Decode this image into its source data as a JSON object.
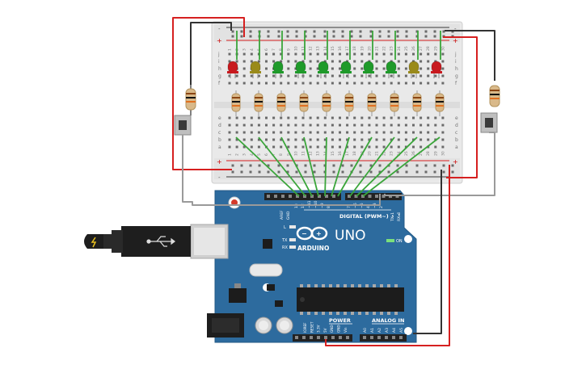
{
  "board": {
    "brand": "ARDUINO",
    "model": "UNO",
    "digital_label": "DIGITAL (PWM~)",
    "power_label": "POWER",
    "analog_label": "ANALOG IN",
    "on_label": "ON",
    "l_label": "L",
    "tx_label": "TX",
    "rx_label": "RX",
    "aref_label": "AREF",
    "gnd_label": "GND",
    "tx_pin_label": "TX▸1",
    "rx_pin_label": "RX◂0",
    "power_pins": [
      "IOREF",
      "RESET",
      "3.3V",
      "5V",
      "GND",
      "GND",
      "Vin"
    ],
    "analog_pins": [
      "A0",
      "A1",
      "A2",
      "A3",
      "A4",
      "A5"
    ],
    "digital_pins": [
      "13",
      "12",
      "~11",
      "~10",
      "~9",
      "8",
      "7",
      "~6",
      "~5",
      "4",
      "~3",
      "2"
    ]
  },
  "breadboard": {
    "row_letters_top": [
      "j",
      "i",
      "h",
      "g",
      "f"
    ],
    "row_letters_bottom": [
      "e",
      "d",
      "c",
      "b",
      "a"
    ],
    "rail_plus": "+",
    "rail_minus": "-",
    "column_numbers": [
      "1",
      "2",
      "3",
      "4",
      "5",
      "6",
      "7",
      "8",
      "9",
      "10",
      "11",
      "12",
      "13",
      "14",
      "15",
      "16",
      "17",
      "18",
      "19",
      "20",
      "21",
      "22",
      "23",
      "24",
      "25",
      "26",
      "27",
      "28",
      "29",
      "30"
    ]
  },
  "leds": {
    "colors": [
      "red",
      "olive",
      "green",
      "green",
      "green",
      "green",
      "green",
      "green",
      "olive",
      "red"
    ],
    "palette": {
      "red": "#c8191e",
      "olive": "#9a8a1a",
      "green": "#1f9a2a"
    }
  },
  "colors": {
    "board_blue": "#2d6b9e",
    "breadboard": "#e8e8e8",
    "wire_red": "#d62020",
    "wire_black": "#333333",
    "wire_gray": "#9a9a9a",
    "wire_green": "#3aa53a"
  }
}
